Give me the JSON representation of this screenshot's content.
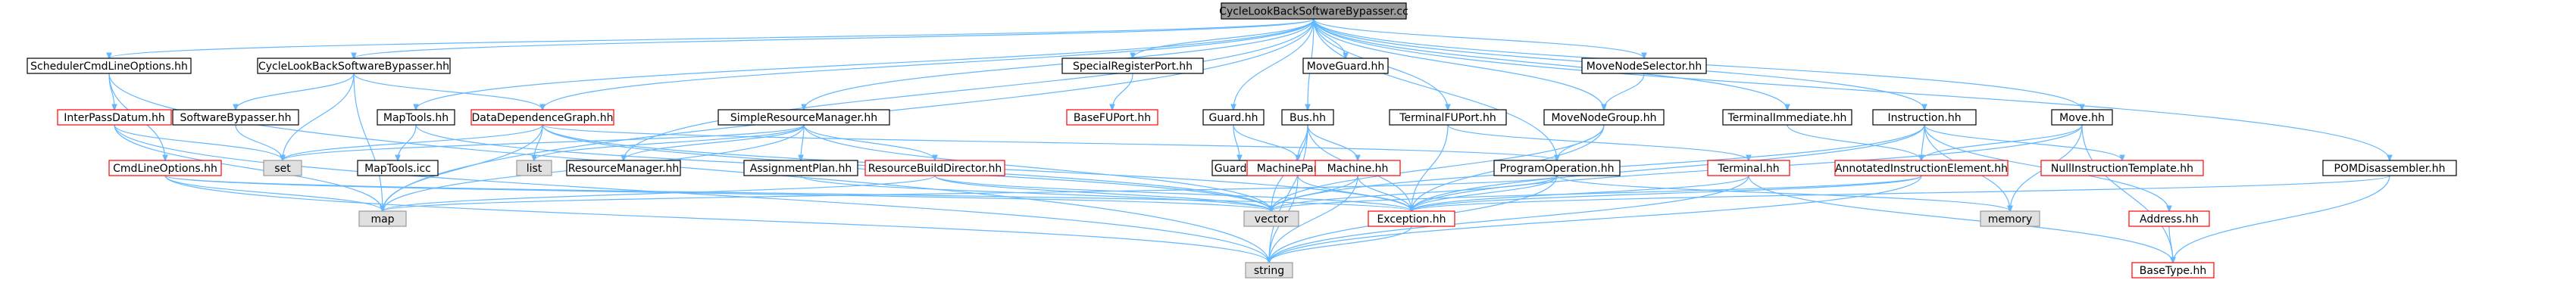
{
  "colors": {
    "edge": "#63B8FF",
    "edge_dark": "#1f3f9a",
    "root_fill": "#999999",
    "node_fill": "#ffffff",
    "node_border": "#000000",
    "incomplete_border": "#ff0000",
    "external_fill": "#e0e0e0",
    "external_border": "#999999",
    "text": "#000000"
  },
  "nodes": [
    {
      "id": "root",
      "label": "CycleLookBackSoftwareBypasser.cc",
      "kind": "root"
    },
    {
      "id": "sched",
      "label": "SchedulerCmdLineOptions.hh",
      "kind": "normal"
    },
    {
      "id": "clbsbhh",
      "label": "CycleLookBackSoftwareBypasser.hh",
      "kind": "normal"
    },
    {
      "id": "srp",
      "label": "SpecialRegisterPort.hh",
      "kind": "normal"
    },
    {
      "id": "mguard",
      "label": "MoveGuard.hh",
      "kind": "normal"
    },
    {
      "id": "mns",
      "label": "MoveNodeSelector.hh",
      "kind": "normal"
    },
    {
      "id": "interpass",
      "label": "InterPassDatum.hh",
      "kind": "incomplete"
    },
    {
      "id": "swbyp",
      "label": "SoftwareBypasser.hh",
      "kind": "normal"
    },
    {
      "id": "maptools",
      "label": "MapTools.hh",
      "kind": "normal"
    },
    {
      "id": "ddg",
      "label": "DataDependenceGraph.hh",
      "kind": "incomplete"
    },
    {
      "id": "srm",
      "label": "SimpleResourceManager.hh",
      "kind": "normal"
    },
    {
      "id": "basefu",
      "label": "BaseFUPort.hh",
      "kind": "incomplete"
    },
    {
      "id": "guardhh",
      "label": "Guard.hh",
      "kind": "normal"
    },
    {
      "id": "bus",
      "label": "Bus.hh",
      "kind": "normal"
    },
    {
      "id": "termfu",
      "label": "TerminalFUPort.hh",
      "kind": "normal"
    },
    {
      "id": "mng",
      "label": "MoveNodeGroup.hh",
      "kind": "normal"
    },
    {
      "id": "termimm",
      "label": "TerminalImmediate.hh",
      "kind": "normal"
    },
    {
      "id": "instr",
      "label": "Instruction.hh",
      "kind": "normal"
    },
    {
      "id": "move",
      "label": "Move.hh",
      "kind": "normal"
    },
    {
      "id": "cmdline",
      "label": "CmdLineOptions.hh",
      "kind": "incomplete"
    },
    {
      "id": "set",
      "label": "set",
      "kind": "external"
    },
    {
      "id": "maptoolsicc",
      "label": "MapTools.icc",
      "kind": "normal"
    },
    {
      "id": "list",
      "label": "list",
      "kind": "external"
    },
    {
      "id": "resmgr",
      "label": "ResourceManager.hh",
      "kind": "normal"
    },
    {
      "id": "assign",
      "label": "AssignmentPlan.hh",
      "kind": "normal"
    },
    {
      "id": "rbd",
      "label": "ResourceBuildDirector.hh",
      "kind": "incomplete"
    },
    {
      "id": "guardicc",
      "label": "Guard.icc",
      "kind": "normal"
    },
    {
      "id": "machpart",
      "label": "MachinePart.hh",
      "kind": "incomplete"
    },
    {
      "id": "machine",
      "label": "Machine.hh",
      "kind": "incomplete"
    },
    {
      "id": "progop",
      "label": "ProgramOperation.hh",
      "kind": "normal"
    },
    {
      "id": "terminal",
      "label": "Terminal.hh",
      "kind": "incomplete"
    },
    {
      "id": "annot",
      "label": "AnnotatedInstructionElement.hh",
      "kind": "incomplete"
    },
    {
      "id": "nullinst",
      "label": "NullInstructionTemplate.hh",
      "kind": "incomplete"
    },
    {
      "id": "pomdis",
      "label": "POMDisassembler.hh",
      "kind": "normal"
    },
    {
      "id": "map",
      "label": "map",
      "kind": "external"
    },
    {
      "id": "vector",
      "label": "vector",
      "kind": "external"
    },
    {
      "id": "exception",
      "label": "Exception.hh",
      "kind": "incomplete"
    },
    {
      "id": "memory",
      "label": "memory",
      "kind": "external"
    },
    {
      "id": "address",
      "label": "Address.hh",
      "kind": "incomplete"
    },
    {
      "id": "string",
      "label": "string",
      "kind": "external"
    },
    {
      "id": "basetype",
      "label": "BaseType.hh",
      "kind": "incomplete"
    }
  ],
  "edges": [
    [
      "root",
      "sched"
    ],
    [
      "root",
      "clbsbhh"
    ],
    [
      "root",
      "srp"
    ],
    [
      "root",
      "mguard"
    ],
    [
      "root",
      "mns"
    ],
    [
      "root",
      "maptools"
    ],
    [
      "root",
      "ddg"
    ],
    [
      "root",
      "srm"
    ],
    [
      "root",
      "guardhh"
    ],
    [
      "root",
      "bus"
    ],
    [
      "root",
      "termfu"
    ],
    [
      "root",
      "mng"
    ],
    [
      "root",
      "termimm"
    ],
    [
      "root",
      "instr"
    ],
    [
      "root",
      "move"
    ],
    [
      "root",
      "pomdis"
    ],
    [
      "root",
      "resmgr"
    ],
    [
      "root",
      "progop"
    ],
    [
      "root",
      "map"
    ],
    [
      "sched",
      "interpass"
    ],
    [
      "sched",
      "cmdline"
    ],
    [
      "sched",
      "string"
    ],
    [
      "clbsbhh",
      "swbyp"
    ],
    [
      "clbsbhh",
      "ddg"
    ],
    [
      "clbsbhh",
      "set"
    ],
    [
      "clbsbhh",
      "map"
    ],
    [
      "srp",
      "basefu"
    ],
    [
      "mns",
      "mng"
    ],
    [
      "interpass",
      "set"
    ],
    [
      "interpass",
      "map"
    ],
    [
      "interpass",
      "string"
    ],
    [
      "swbyp",
      "set"
    ],
    [
      "maptools",
      "maptoolsicc"
    ],
    [
      "maptools",
      "vector"
    ],
    [
      "ddg",
      "set"
    ],
    [
      "ddg",
      "list"
    ],
    [
      "ddg",
      "map"
    ],
    [
      "ddg",
      "progop"
    ],
    [
      "ddg",
      "vector"
    ],
    [
      "ddg",
      "exception"
    ],
    [
      "srm",
      "resmgr"
    ],
    [
      "srm",
      "assign"
    ],
    [
      "srm",
      "rbd"
    ],
    [
      "srm",
      "list"
    ],
    [
      "srm",
      "map"
    ],
    [
      "srm",
      "set"
    ],
    [
      "srm",
      "vector"
    ],
    [
      "guardhh",
      "guardicc"
    ],
    [
      "guardhh",
      "machpart"
    ],
    [
      "bus",
      "machpart"
    ],
    [
      "bus",
      "machine"
    ],
    [
      "bus",
      "vector"
    ],
    [
      "bus",
      "string"
    ],
    [
      "bus",
      "exception"
    ],
    [
      "termfu",
      "terminal"
    ],
    [
      "termfu",
      "exception"
    ],
    [
      "mng",
      "progop"
    ],
    [
      "mng",
      "vector"
    ],
    [
      "mng",
      "exception"
    ],
    [
      "termimm",
      "annot"
    ],
    [
      "instr",
      "annot"
    ],
    [
      "instr",
      "nullinst"
    ],
    [
      "instr",
      "address"
    ],
    [
      "instr",
      "memory"
    ],
    [
      "instr",
      "vector"
    ],
    [
      "instr",
      "exception"
    ],
    [
      "move",
      "annot"
    ],
    [
      "move",
      "memory"
    ],
    [
      "move",
      "exception"
    ],
    [
      "move",
      "basetype"
    ],
    [
      "pomdis",
      "exception"
    ],
    [
      "pomdis",
      "basetype"
    ],
    [
      "cmdline",
      "map"
    ],
    [
      "cmdline",
      "string"
    ],
    [
      "cmdline",
      "vector"
    ],
    [
      "cmdline",
      "exception"
    ],
    [
      "assign",
      "vector"
    ],
    [
      "rbd",
      "vector"
    ],
    [
      "rbd",
      "map"
    ],
    [
      "rbd",
      "exception"
    ],
    [
      "machpart",
      "string"
    ],
    [
      "machpart",
      "exception"
    ],
    [
      "machine",
      "string"
    ],
    [
      "machine",
      "vector"
    ],
    [
      "machine",
      "exception"
    ],
    [
      "progop",
      "string"
    ],
    [
      "progop",
      "memory"
    ],
    [
      "progop",
      "vector"
    ],
    [
      "progop",
      "exception"
    ],
    [
      "progop",
      "map"
    ],
    [
      "terminal",
      "exception"
    ],
    [
      "terminal",
      "basetype"
    ],
    [
      "terminal",
      "string"
    ],
    [
      "annot",
      "exception"
    ],
    [
      "annot",
      "string"
    ],
    [
      "annot",
      "vector"
    ],
    [
      "exception",
      "string"
    ],
    [
      "address",
      "basetype"
    ]
  ]
}
